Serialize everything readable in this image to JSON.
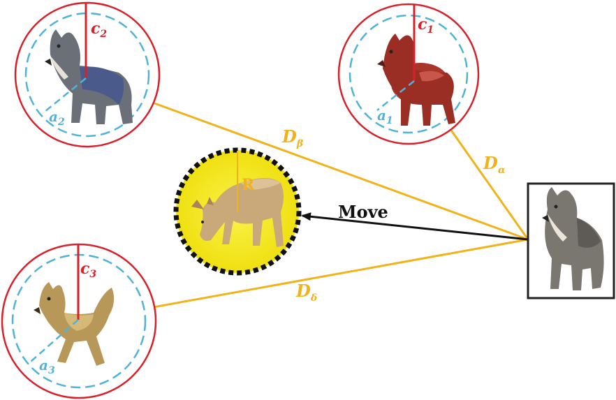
{
  "wolves": {
    "alpha": {
      "c_label": "c",
      "c_sub": "1",
      "a_label": "a",
      "a_sub": "1",
      "d_label": "D",
      "d_sub": "α"
    },
    "beta": {
      "c_label": "c",
      "c_sub": "2",
      "a_label": "a",
      "a_sub": "2",
      "d_label": "D",
      "d_sub": "β"
    },
    "delta": {
      "c_label": "c",
      "c_sub": "3",
      "a_label": "a",
      "a_sub": "3",
      "d_label": "D",
      "d_sub": "δ"
    }
  },
  "prey": {
    "radius_label": "R"
  },
  "move_label": "Move",
  "colors": {
    "circle_outer": "#d9202a",
    "circle_dashed": "#4fb3d8",
    "distance_lines": "#f2b21a",
    "prey_fill": "#f6ea1c",
    "prey_border": "#111111",
    "move_arrow": "#111111"
  },
  "icons": {
    "alpha": "red-wolf-icon",
    "beta": "grey-wolf-icon",
    "delta": "golden-jackal-icon",
    "omega": "grey-wolf-portrait-icon",
    "prey": "deer-icon"
  }
}
